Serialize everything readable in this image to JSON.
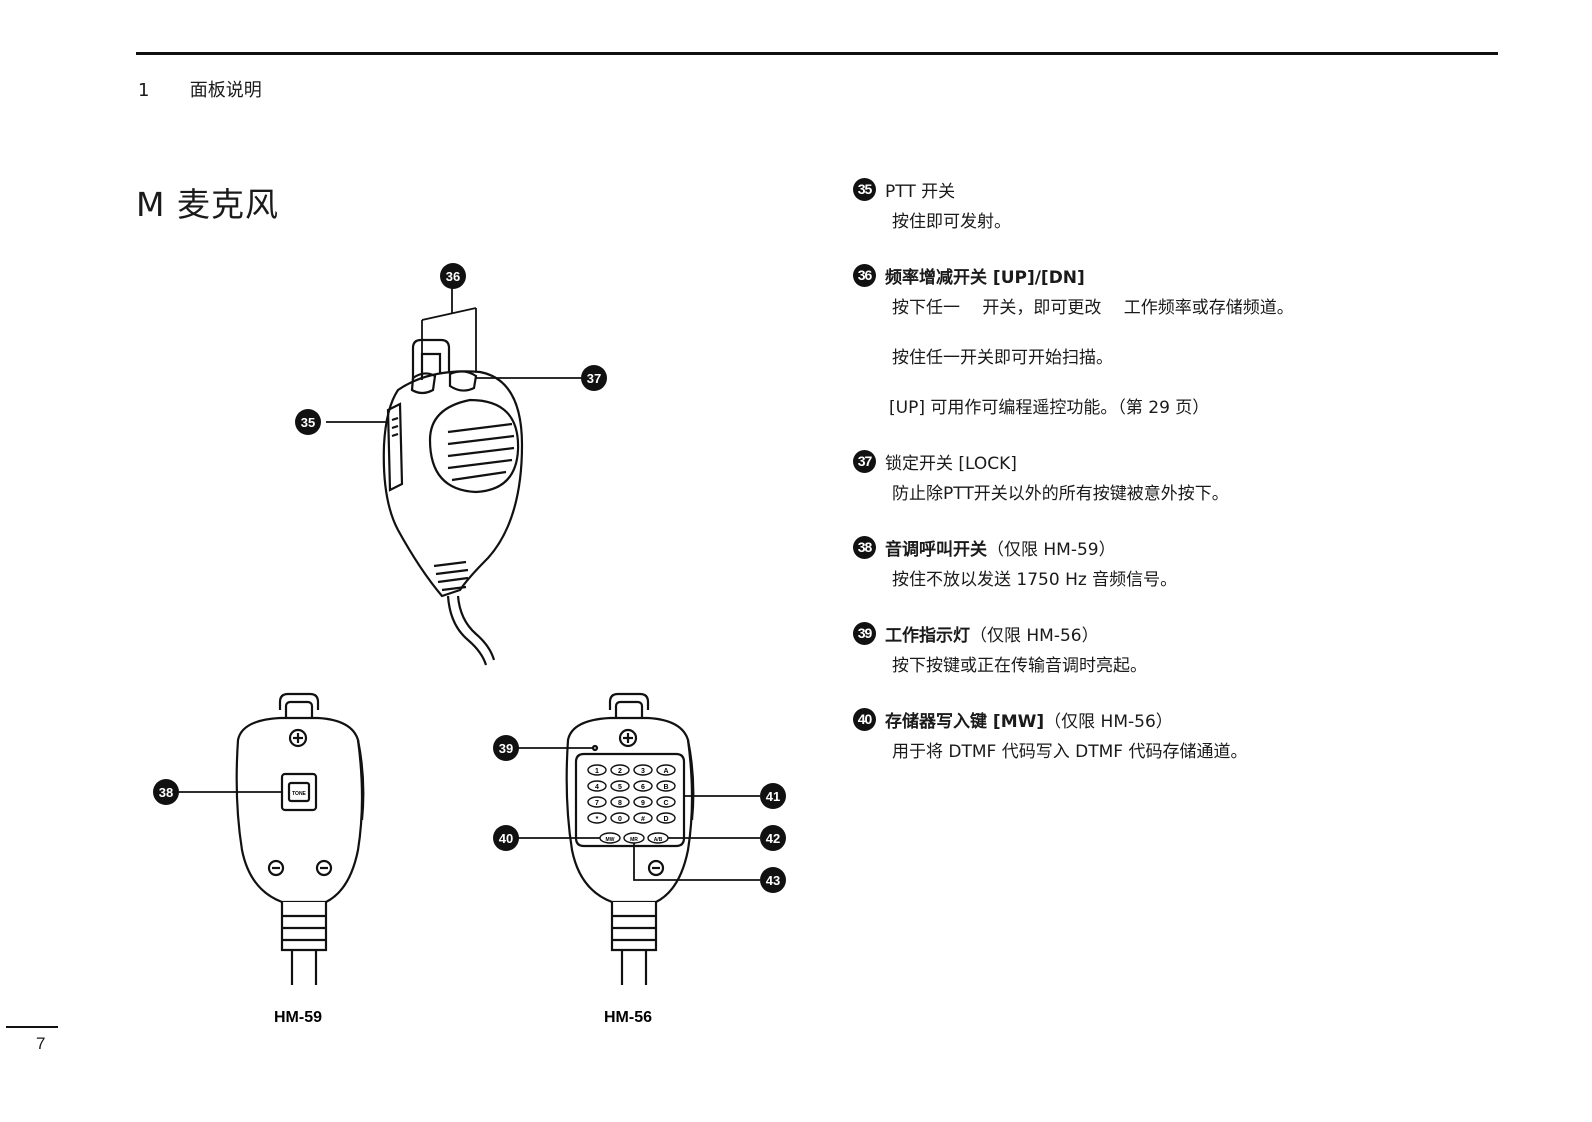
{
  "header": {
    "chapter": "1",
    "title": "面板说明"
  },
  "section_title": "M 麦克风",
  "figure": {
    "callouts": [
      "35",
      "36",
      "37",
      "38",
      "39",
      "40",
      "41",
      "42",
      "43"
    ],
    "tone_key_label": "TONE",
    "keypad_row1": [
      "1",
      "2",
      "3",
      "A"
    ],
    "keypad_row2": [
      "4",
      "5",
      "6",
      "B"
    ],
    "keypad_row3": [
      "7",
      "8",
      "9",
      "C"
    ],
    "keypad_row4": [
      "*",
      "0",
      "#",
      "D"
    ],
    "func_keys": [
      "MW",
      "MR",
      "A/B"
    ],
    "models": [
      "HM-59",
      "HM-56"
    ]
  },
  "entries": [
    {
      "num": "35",
      "title_bold": "",
      "title_normal": "PTT 开关",
      "descs": [
        "按住即可发射。"
      ]
    },
    {
      "num": "36",
      "title_bold": "频率增减开关 [UP]/[DN]",
      "title_normal": "",
      "descs": [
        "按下任一　 开关，即可更改　 工作频率或存储频道。",
        "按住任一开关即可开始扫描。",
        "[UP] 可用作可编程遥控功能。（第 29 页）"
      ]
    },
    {
      "num": "37",
      "title_bold": "",
      "title_normal": "锁定开关 [LOCK]",
      "descs": [
        "防止除PTT开关以外的所有按键被意外按下。"
      ]
    },
    {
      "num": "38",
      "title_bold": "音调呼叫开关",
      "title_normal": "（仅限 HM-59）",
      "descs": [
        "按住不放以发送 1750 Hz 音频信号。"
      ]
    },
    {
      "num": "39",
      "title_bold": "工作指示灯",
      "title_normal": "（仅限 HM-56）",
      "descs": [
        "按下按键或正在传输音调时亮起。"
      ]
    },
    {
      "num": "40",
      "title_bold": "存储器写入键 [MW]",
      "title_normal": "（仅限 HM-56）",
      "descs": [
        "用于将 DTMF 代码写入 DTMF 代码存储通道。"
      ]
    }
  ],
  "page_number": "7"
}
